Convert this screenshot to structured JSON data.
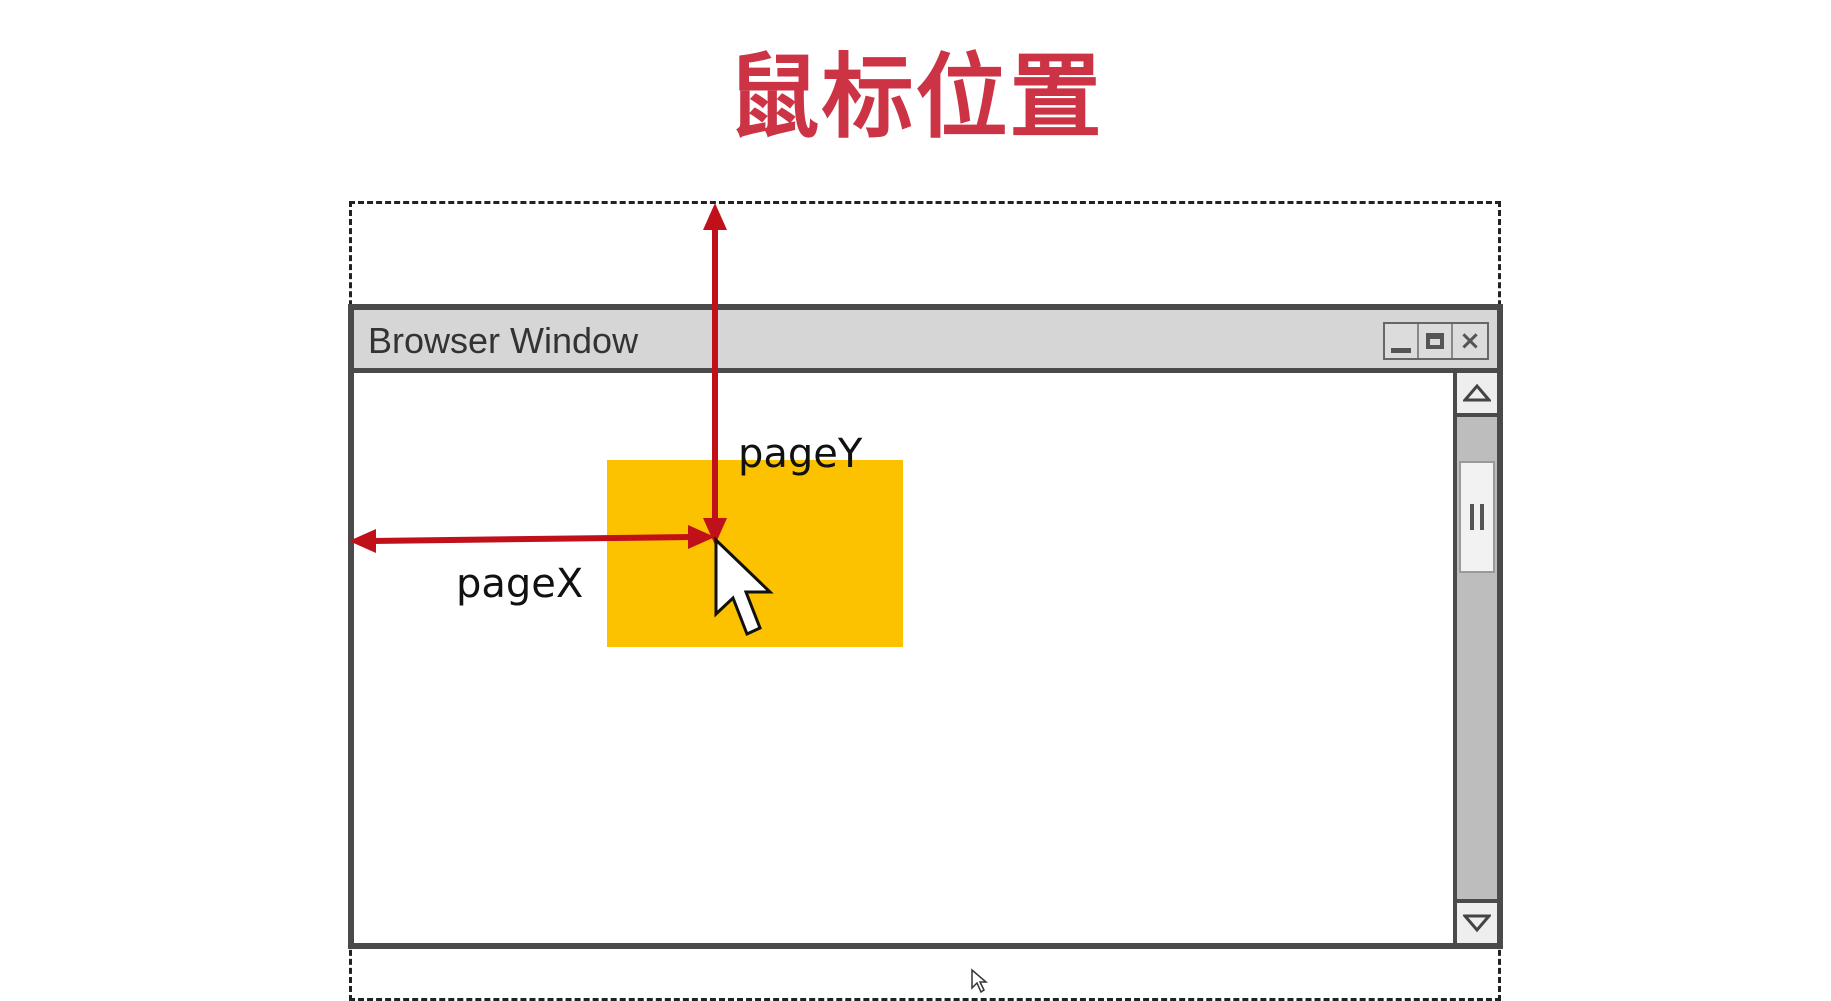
{
  "slide": {
    "title": "鼠标位置",
    "title_color": "#cc3344"
  },
  "browser_window": {
    "title": "Browser Window",
    "controls": [
      "minimize-icon",
      "maximize-icon",
      "close-icon"
    ],
    "close_glyph": "×"
  },
  "element": {
    "color": "#fcc200"
  },
  "labels": {
    "page_y": "pageY",
    "page_x": "pageX"
  },
  "arrows": {
    "color": "#c0101a"
  }
}
